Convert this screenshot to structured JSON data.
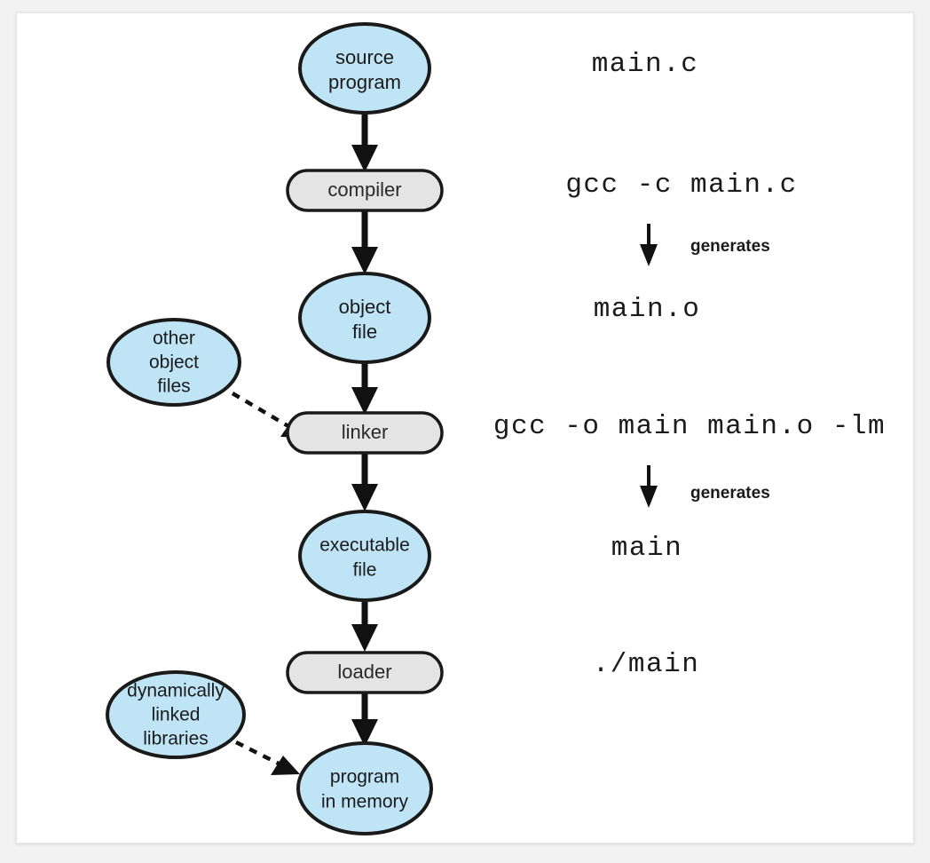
{
  "diagram": {
    "title": "C program compilation and execution pipeline",
    "background_color": "#f2f2f2",
    "card_color": "#ffffff",
    "ellipse_fill": "#bfe4f5",
    "pill_fill": "#e4e4e4",
    "stroke_color": "#1a1a1a"
  },
  "nodes": {
    "source_program": {
      "line1": "source",
      "line2": "program"
    },
    "compiler": {
      "label": "compiler"
    },
    "object_file": {
      "line1": "object",
      "line2": "file"
    },
    "other_object_files": {
      "line1": "other",
      "line2": "object",
      "line3": "files"
    },
    "linker": {
      "label": "linker"
    },
    "executable_file": {
      "line1": "executable",
      "line2": "file"
    },
    "loader": {
      "label": "loader"
    },
    "dynamically_linked_libraries": {
      "line1": "dynamically",
      "line2": "linked",
      "line3": "libraries"
    },
    "program_in_memory": {
      "line1": "program",
      "line2": "in memory"
    }
  },
  "code_column": {
    "source_file": "main.c",
    "compile_command": "gcc -c main.c",
    "compile_generates_label": "generates",
    "object_output": "main.o",
    "link_command": "gcc -o main main.o -lm",
    "link_generates_label": "generates",
    "link_output": "main",
    "run_command": "./main"
  }
}
